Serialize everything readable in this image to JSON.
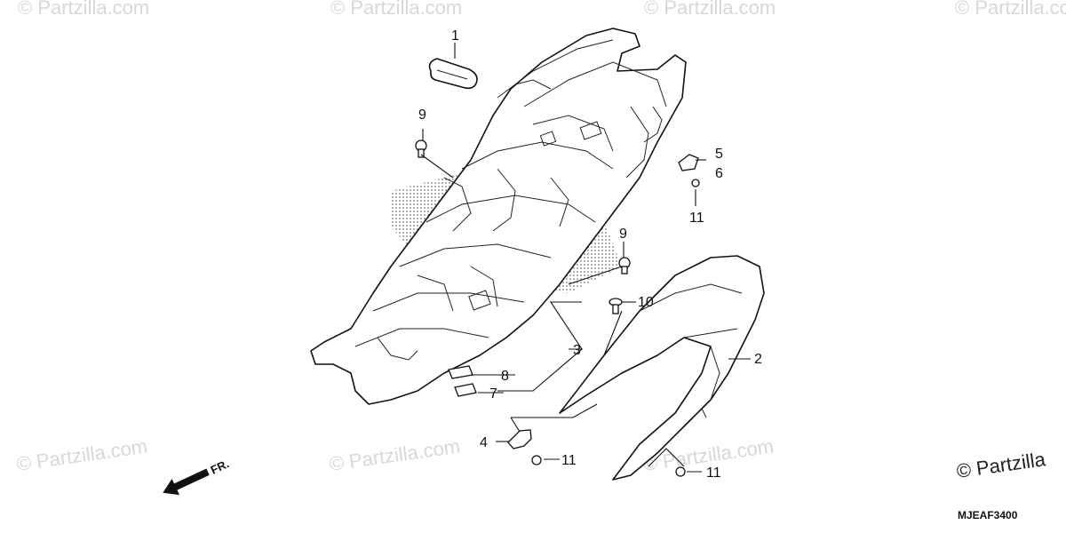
{
  "watermarks": [
    "© Partzilla.com",
    "© Partzilla.com",
    "© Partzilla.com",
    "© Partzilla.com",
    "© Partzilla.com",
    "© Partzilla.com",
    "© Partzilla.com"
  ],
  "copyright": "© Partzilla",
  "diagram_code": "MJEAF3400",
  "front_arrow_label": "FR.",
  "callouts": {
    "c1": "1",
    "c2": "2",
    "c3": "3",
    "c4": "4",
    "c5": "5",
    "c6": "6",
    "c7": "7",
    "c8": "8",
    "c9a": "9",
    "c9b": "9",
    "c10": "10",
    "c11a": "11",
    "c11b": "11",
    "c11c": "11"
  },
  "colors": {
    "line": "#111111",
    "watermark": "#d8d8d8",
    "background": "#ffffff"
  }
}
